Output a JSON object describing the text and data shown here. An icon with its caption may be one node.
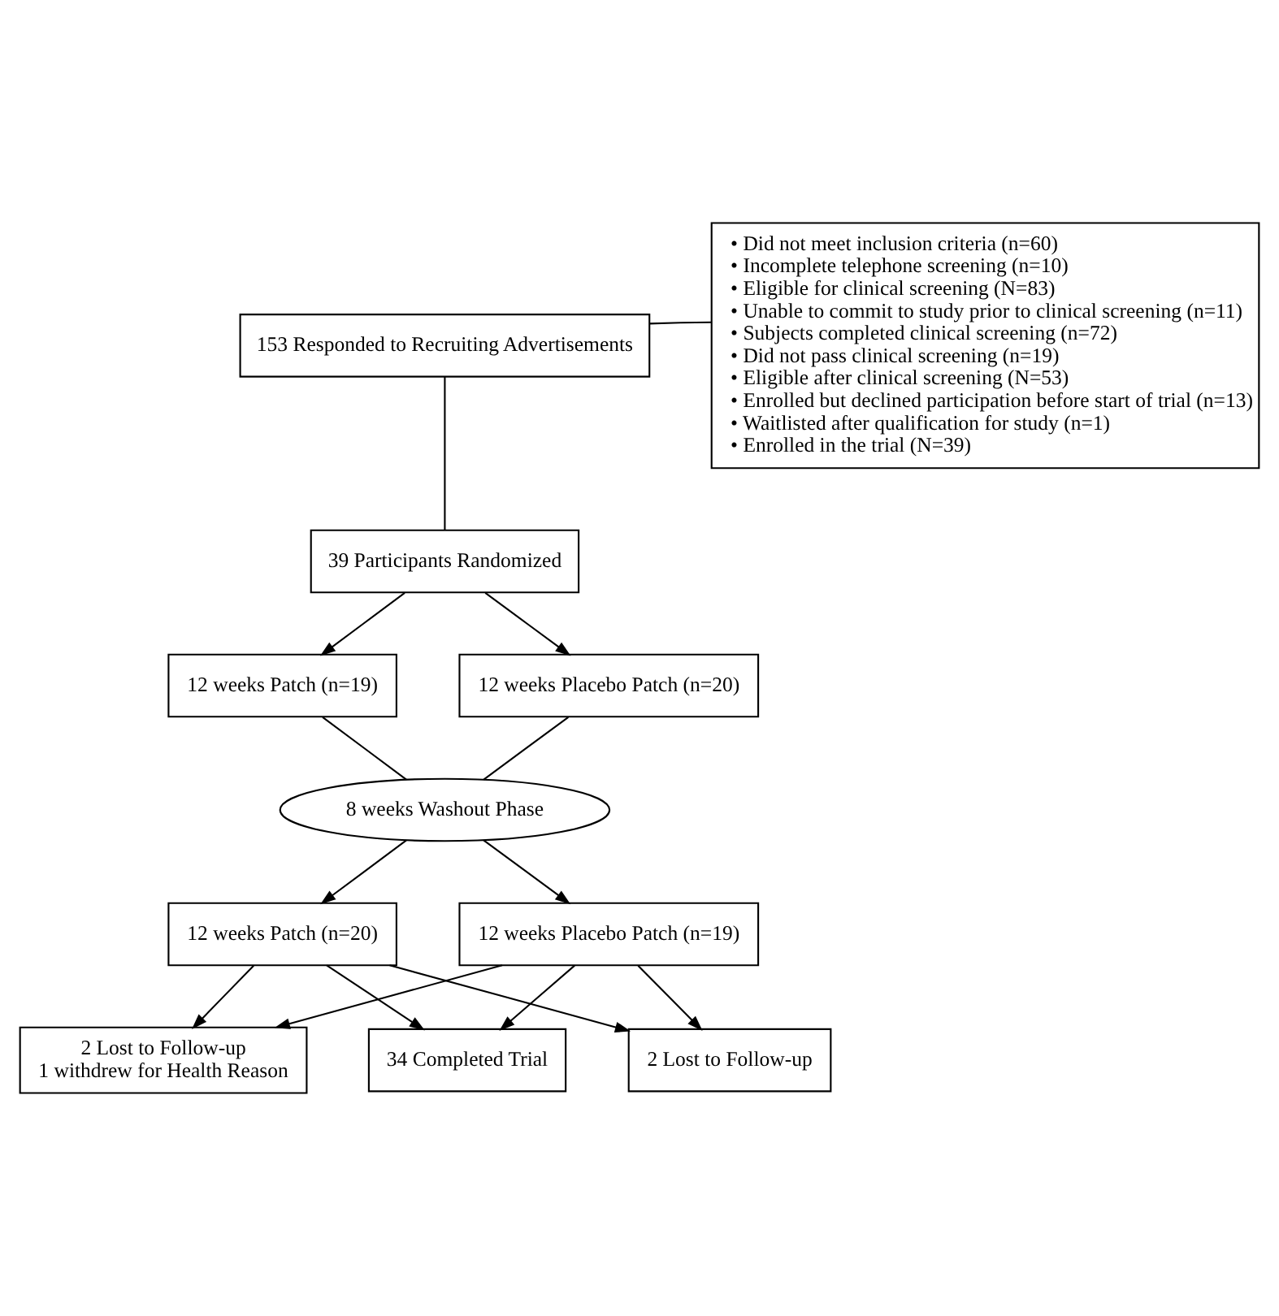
{
  "diagram": {
    "nodes": [
      {
        "text": [
          "153 Responded to Recruiting Advertisements"
        ]
      },
      {
        "text": [
          "• Did not meet inclusion criteria (n=60)",
          "• Incomplete telephone screening (n=10)",
          "• Eligible for clinical screening (N=83)",
          "• Unable to commit to study prior to clinical screening (n=11)",
          "• Subjects completed clinical screening (n=72)",
          "• Did not pass clinical screening (n=19)",
          "• Eligible after clinical screening (N=53)",
          "• Enrolled but declined participation before start of trial (n=13)",
          "• Waitlisted after qualification for study (n=1)",
          "• Enrolled in the trial (N=39)"
        ]
      },
      {
        "text": [
          "39 Participants Randomized"
        ]
      },
      {
        "text": [
          "12 weeks Patch (n=19)"
        ]
      },
      {
        "text": [
          "12 weeks Placebo Patch (n=20)"
        ]
      },
      {
        "text": [
          "8 weeks Washout Phase"
        ]
      },
      {
        "text": [
          "12 weeks Patch (n=20)"
        ]
      },
      {
        "text": [
          "12 weeks Placebo Patch (n=19)"
        ]
      },
      {
        "text": [
          "2 Lost to Follow-up",
          "1 withdrew for Health Reason"
        ]
      },
      {
        "text": [
          "2 Lost to Follow-up"
        ]
      },
      {
        "text": [
          "34 Completed Trial"
        ]
      }
    ],
    "edges": [
      {
        "from": 0,
        "to": 1,
        "arrow": "none"
      },
      {
        "from": 0,
        "to": 2,
        "arrow": "none"
      },
      {
        "from": 2,
        "to": 3,
        "arrow": "to"
      },
      {
        "from": 2,
        "to": 4,
        "arrow": "to"
      },
      {
        "from": 3,
        "to": 5,
        "arrow": "none"
      },
      {
        "from": 4,
        "to": 5,
        "arrow": "none"
      },
      {
        "from": 5,
        "to": 6,
        "arrow": "to"
      },
      {
        "from": 5,
        "to": 7,
        "arrow": "to"
      },
      {
        "from": 6,
        "to": 8,
        "arrow": "to"
      },
      {
        "from": 6,
        "to": 9,
        "arrow": "to"
      },
      {
        "from": 6,
        "to": 10,
        "arrow": "to"
      },
      {
        "from": 7,
        "to": 8,
        "arrow": "to"
      },
      {
        "from": 7,
        "to": 9,
        "arrow": "to"
      },
      {
        "from": 7,
        "to": 10,
        "arrow": "to"
      }
    ]
  }
}
